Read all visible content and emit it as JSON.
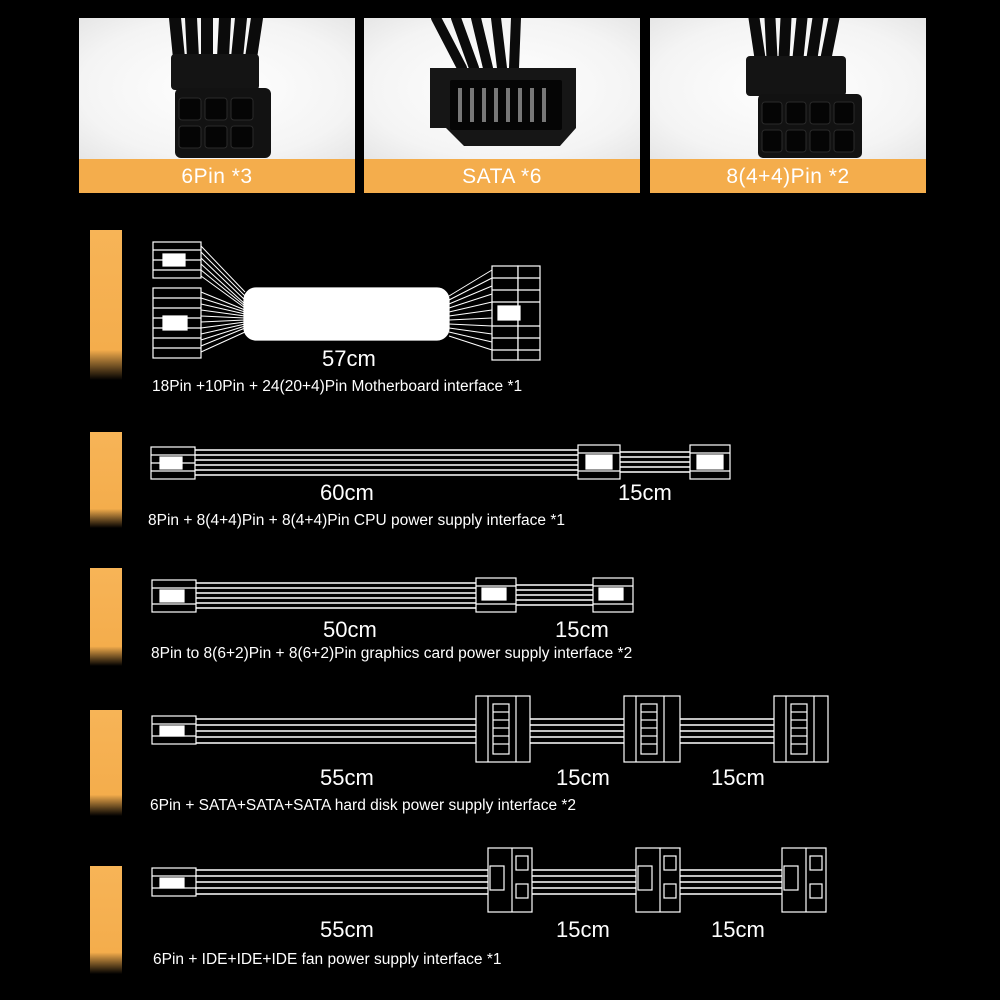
{
  "connectors": [
    {
      "label": "6Pin *3"
    },
    {
      "label": "SATA *6"
    },
    {
      "label": "8(4+4)Pin *2"
    }
  ],
  "cables": [
    {
      "description": "18Pin +10Pin + 24(20+4)Pin Motherboard interface *1",
      "lengths": [
        "57cm"
      ]
    },
    {
      "description": "8Pin + 8(4+4)Pin + 8(4+4)Pin CPU power supply interface *1",
      "lengths": [
        "60cm",
        "15cm"
      ]
    },
    {
      "description": "8Pin to 8(6+2)Pin + 8(6+2)Pin graphics card power supply interface *2",
      "lengths": [
        "50cm",
        "15cm"
      ]
    },
    {
      "description": "6Pin + SATA+SATA+SATA hard disk power supply interface *2",
      "lengths": [
        "55cm",
        "15cm",
        "15cm"
      ]
    },
    {
      "description": "6Pin + IDE+IDE+IDE fan power supply interface *1",
      "lengths": [
        "55cm",
        "15cm",
        "15cm"
      ]
    }
  ],
  "colors": {
    "accent": "#f4ad4c",
    "background": "#000000",
    "text": "#ffffff"
  }
}
